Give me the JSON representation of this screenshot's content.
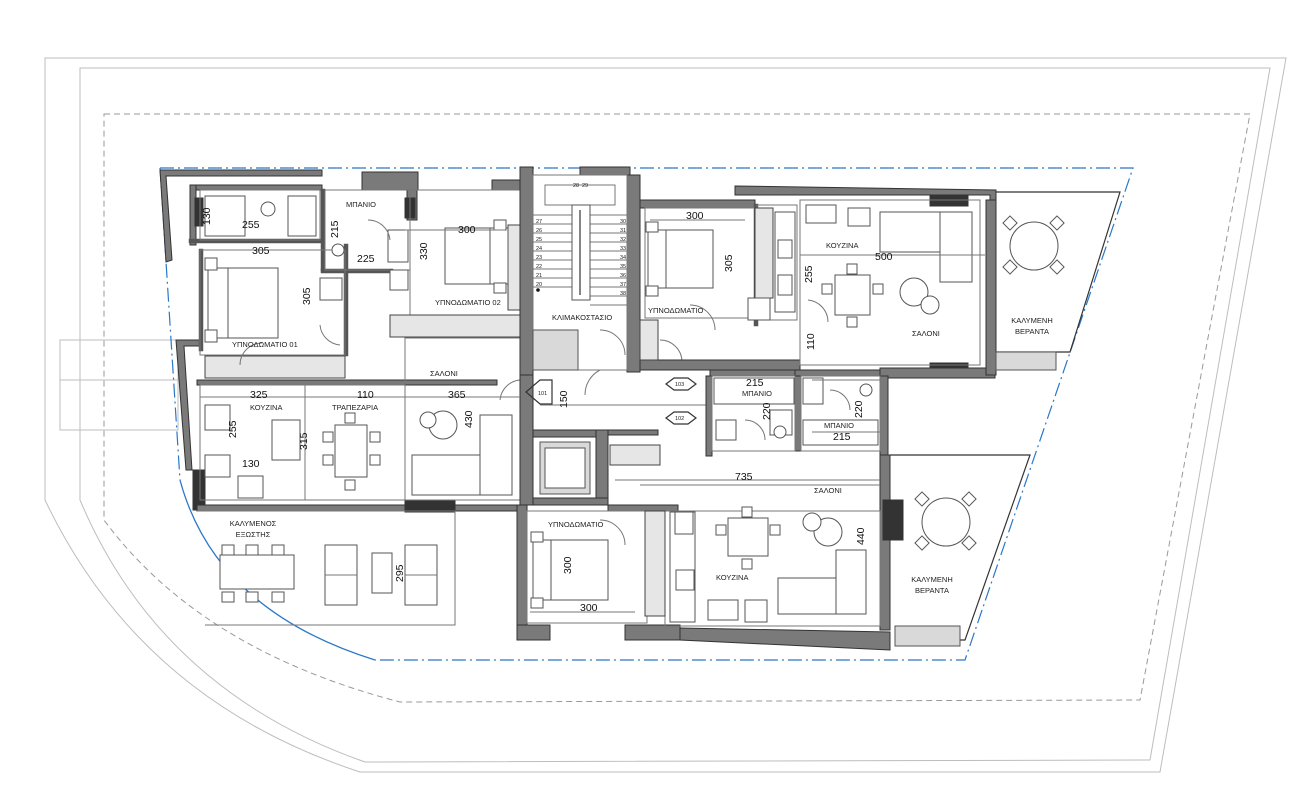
{
  "rooms": {
    "bath_top": "ΜΠΑΝΙΟ",
    "bedroom_01": "ΥΠΝΟΔΩΜΑΤΙΟ 01",
    "bedroom_02": "ΥΠΝΟΔΩΜΑΤΙΟ 02",
    "stairwell": "ΚΛΙΜΑΚΟΣΤΑΣΙΟ",
    "bedroom_top_right": "ΥΠΝΟΔΩΜΑΤΙΟ",
    "kitchen_top_right": "ΚΟΥΖΙΝΑ",
    "living_top_right": "ΣΑΛΟΝΙ",
    "veranda_top": "ΚΑΛΥΜΕΝΗ ΒΕΡΑΝΤΑ",
    "living_left": "ΣΑΛΟΝΙ",
    "kitchen_left": "ΚΟΥΖΙΝΑ",
    "dining_left": "ΤΡΑΠΕΖΑΡΙΑ",
    "bath_mid_1": "ΜΠΑΝΙΟ",
    "bath_mid_2": "ΜΠΑΝΙΟ",
    "living_bottom": "ΣΑΛΟΝΙ",
    "veranda_bottom": "ΚΑΛΥΜΕΝΗ ΒΕΡΑΝΤΑ",
    "outdoor_covered": "ΚΑΛΥΜΕΝΟΣ ΕΞΩΣΤΗΣ",
    "bedroom_bottom": "ΥΠΝΟΔΩΜΑΤΙΟ",
    "kitchen_bottom": "ΚΟΥΖΙΝΑ"
  },
  "doors": {
    "d101": "101",
    "d102": "102",
    "d103": "103"
  },
  "stairs": [
    "20",
    "21",
    "22",
    "23",
    "24",
    "25",
    "26",
    "27",
    "28",
    "29",
    "30",
    "31",
    "32",
    "33",
    "34",
    "35",
    "36",
    "37",
    "38"
  ],
  "dims": {
    "bath_top_w": "255",
    "bath_top_h": "130",
    "bath_mid_h": "215",
    "bath_mid_w": "225",
    "bed01_w": "305",
    "bed01_h": "305",
    "bed02_w": "300",
    "bed02_h": "330",
    "bed_tr_w": "300",
    "bed_tr_h": "305",
    "kit_tr_h": "255",
    "living_tr_w": "500",
    "living_tr_h": "110",
    "kit_left_w": "325",
    "dining_w": "110",
    "living_left_w": "365",
    "kit_left_h": "255",
    "kit_left_w2": "130",
    "dining_h": "315",
    "living_left_h": "430",
    "corridor_h": "150",
    "bath_r1_w": "215",
    "bath_r1_h": "220",
    "bath_r2_w": "215",
    "bath_r2_h": "220",
    "living_bottom_w": "735",
    "living_bottom_h": "440",
    "bed_bottom_h": "300",
    "bed_bottom_w": "300",
    "outdoor_h": "295"
  }
}
